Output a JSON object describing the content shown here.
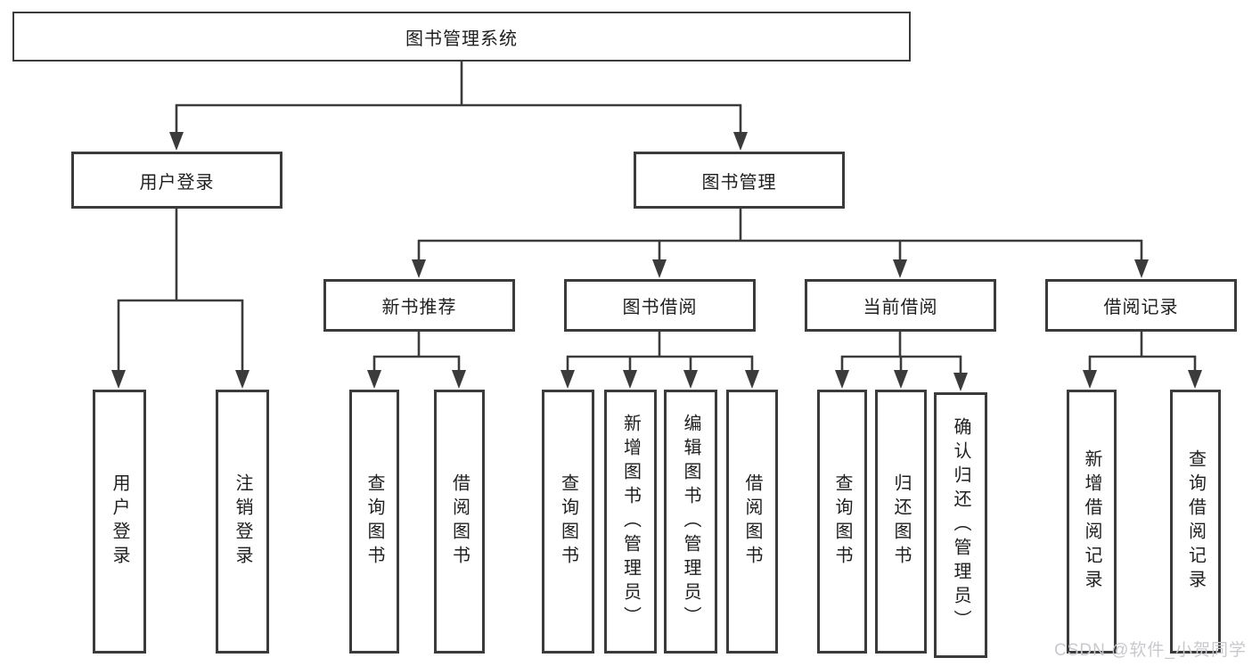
{
  "diagram": {
    "type": "hierarchy-tree",
    "orientation": "top-down",
    "colors": {
      "line": "#3b3b3b",
      "text": "#1f1f1f",
      "background": "#ffffff",
      "watermark": "#c9c9cd"
    }
  },
  "tree": {
    "label": "图书管理系统",
    "children": [
      {
        "label": "用户登录",
        "children": [
          {
            "label": "用户登录"
          },
          {
            "label": "注销登录"
          }
        ]
      },
      {
        "label": "图书管理",
        "children": [
          {
            "label": "新书推荐",
            "children": [
              {
                "label": "查询图书"
              },
              {
                "label": "借阅图书"
              }
            ]
          },
          {
            "label": "图书借阅",
            "children": [
              {
                "label": "查询图书"
              },
              {
                "label": "新增图书（管理员）"
              },
              {
                "label": "编辑图书（管理员）"
              },
              {
                "label": "借阅图书"
              }
            ]
          },
          {
            "label": "当前借阅",
            "children": [
              {
                "label": "查询图书"
              },
              {
                "label": "归还图书"
              },
              {
                "label": "确认归还（管理员）"
              }
            ]
          },
          {
            "label": "借阅记录",
            "children": [
              {
                "label": "新增借阅记录"
              },
              {
                "label": "查询借阅记录"
              }
            ]
          }
        ]
      }
    ]
  },
  "watermark": "CSDN @软件_小贺同学"
}
